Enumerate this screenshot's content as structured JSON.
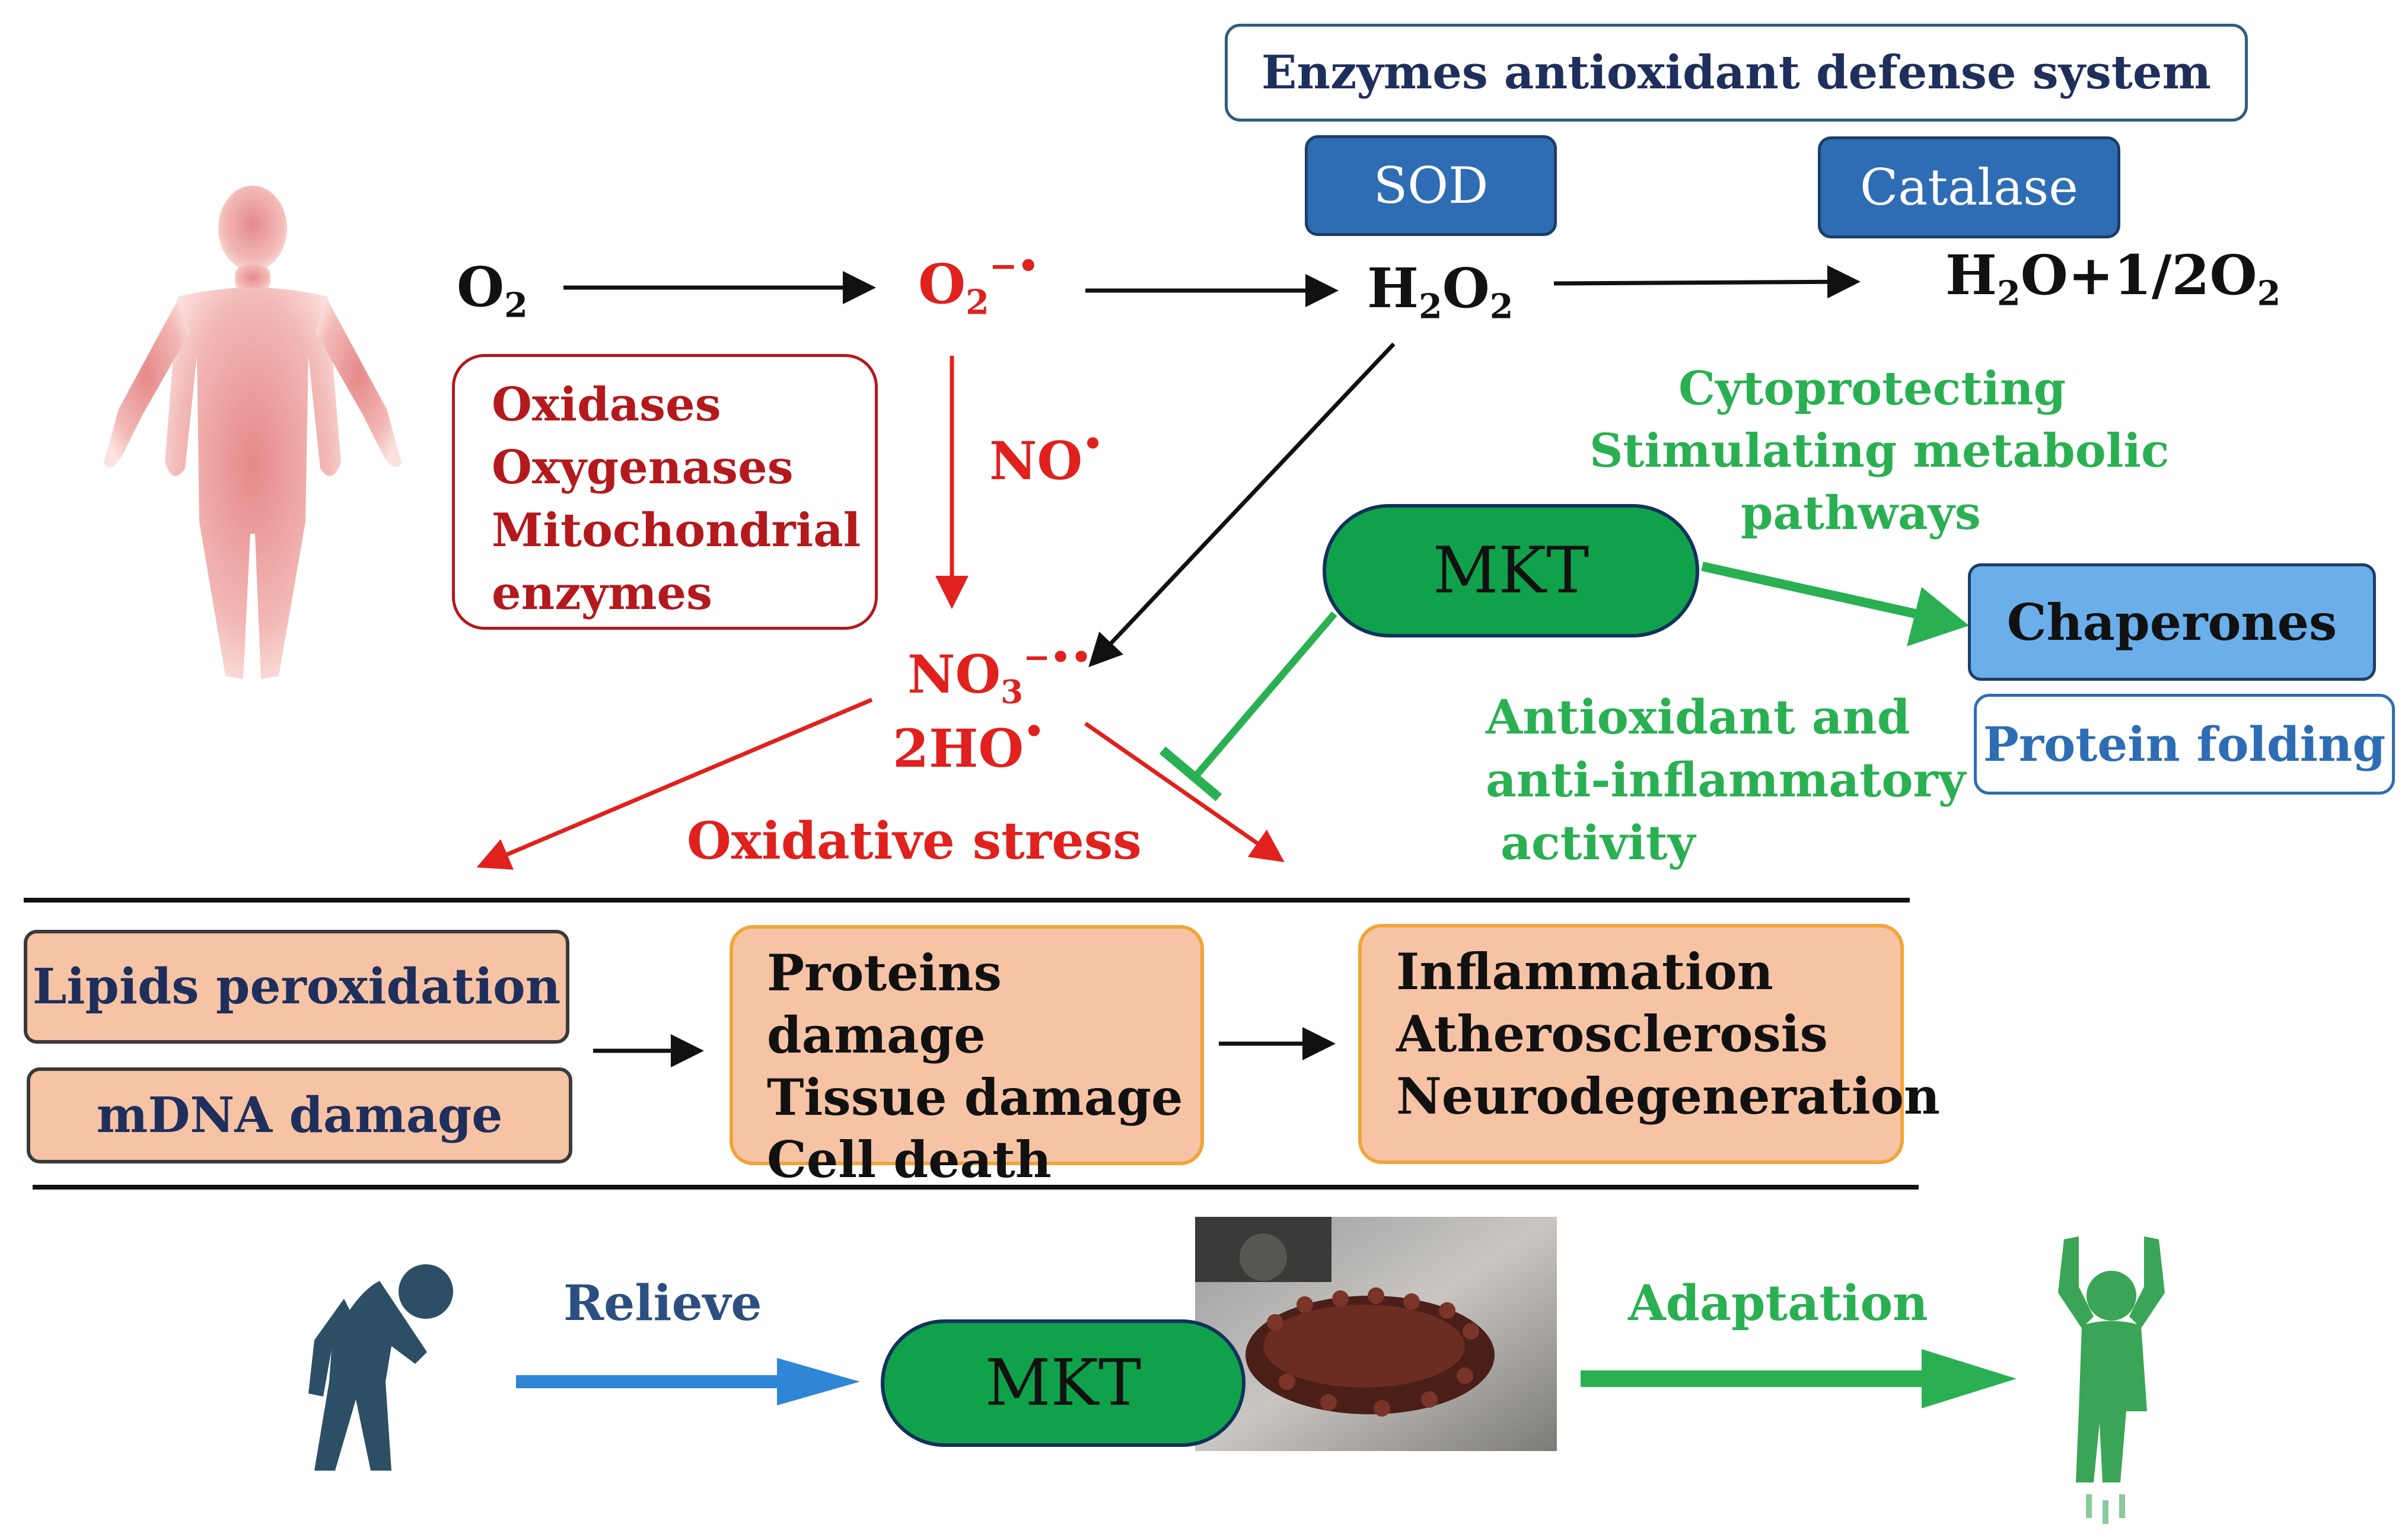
{
  "defense": {
    "title": "Enzymes antioxidant defense system",
    "sod": "SOD",
    "catalase": "Catalase"
  },
  "chain": {
    "o2": "O",
    "o2_sub": "2",
    "superoxide": "O",
    "superoxide_sub": "2",
    "superoxide_sup": "−•",
    "h2o2_a": "H",
    "h2o2_sub1": "2",
    "h2o2_b": "O",
    "h2o2_sub2": "2",
    "water_a": "H",
    "water_sub1": "2",
    "water_b": "O+1/2O",
    "water_sub2": "2",
    "no": "NO",
    "no_sup": "•",
    "no3": "NO",
    "no3_sub": "3",
    "no3_sup": "−••",
    "ho": "2HO",
    "ho_sup": "•"
  },
  "sources": [
    "Oxidases",
    "Oxygenases",
    "Mitochondrial",
    "enzymes"
  ],
  "mkt": {
    "label": "MKT",
    "effects": [
      "Cytoprotecting",
      "Stimulating metabolic",
      "pathways"
    ],
    "chaperones": "Chaperones",
    "protein_folding": "Protein folding",
    "antioxidant": [
      "Antioxidant and",
      "anti-inflammatory",
      "activity"
    ]
  },
  "stress_label": "Oxidative stress",
  "damage": {
    "lipids": "Lipids peroxidation",
    "mdna": "mDNA damage",
    "middle": [
      "Proteins damage",
      "Tissue damage",
      "Cell death"
    ],
    "right": [
      "Inflammation",
      "Atherosclerosis",
      "Neurodegeneration"
    ]
  },
  "bottom": {
    "relieve": "Relieve",
    "mkt": "MKT",
    "adaptation": "Adaptation"
  },
  "colors": {
    "red": "#e0211d",
    "dark_red": "#b3191d",
    "green": "#2ab052",
    "mkt_fill": "#0fa24a",
    "enzyme_fill": "#2e6db4",
    "chaperone_fill": "#6aaeea",
    "damage_fill": "#f6c3a5",
    "damage_border_orange": "#f0a53a",
    "navy": "#1f2f5c",
    "blue_arrow": "#2f86d6"
  }
}
